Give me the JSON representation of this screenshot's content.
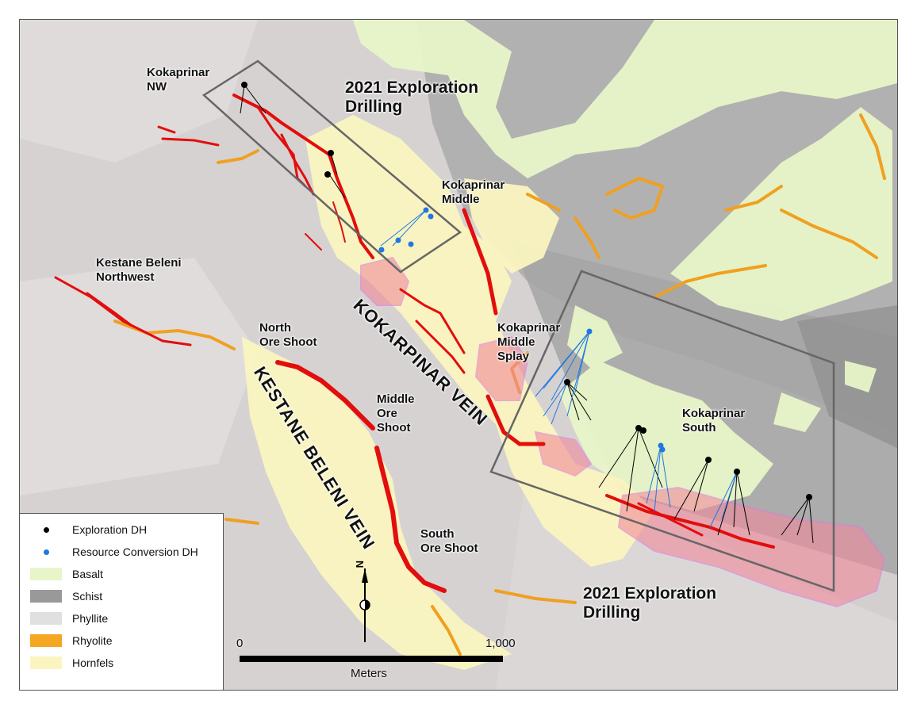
{
  "labels": {
    "kokaprinar_nw": [
      "Kokaprinar",
      "NW"
    ],
    "exploration_top": [
      "2021 Exploration",
      "Drilling"
    ],
    "kokaprinar_middle": [
      "Kokaprinar",
      "Middle"
    ],
    "kestane_nw": [
      "Kestane Beleni",
      "Northwest"
    ],
    "north_ore": [
      "North",
      "Ore Shoot"
    ],
    "kokarpinar_vein": "KOKARPINAR VEIN",
    "middle_splay": [
      "Kokaprinar",
      "Middle",
      "Splay"
    ],
    "kestane_vein": "KESTANE BELENI VEIN",
    "middle_ore": [
      "Middle",
      "Ore",
      "Shoot"
    ],
    "kokaprinar_south": [
      "Kokaprinar",
      "South"
    ],
    "south_ore": [
      "South",
      "Ore Shoot"
    ],
    "exploration_bottom": [
      "2021 Exploration",
      "Drilling"
    ]
  },
  "legend": {
    "items": [
      {
        "label": "Exploration DH",
        "kind": "dot",
        "color": "#000000"
      },
      {
        "label": "Resource Conversion DH",
        "kind": "dot",
        "color": "#1e78e0"
      },
      {
        "label": "Basalt",
        "kind": "swatch",
        "color": "#e8f5c8"
      },
      {
        "label": "Schist",
        "kind": "swatch",
        "color": "#999999"
      },
      {
        "label": "Phyllite",
        "kind": "swatch",
        "color": "#e0e0e0"
      },
      {
        "label": "Rhyolite",
        "kind": "swatch",
        "color": "#f5a623"
      },
      {
        "label": "Hornfels",
        "kind": "swatch",
        "color": "#faf5c0"
      }
    ]
  },
  "scale": {
    "start": "0",
    "end": "1,000",
    "unit": "Meters"
  },
  "north": {
    "letter": "N"
  },
  "colors": {
    "vein": "#e30d0d",
    "ore_zone": "#f08a9a",
    "drill_box": "#666666",
    "resource_dh": "#1e78e0",
    "exploration_dh": "#000000"
  }
}
